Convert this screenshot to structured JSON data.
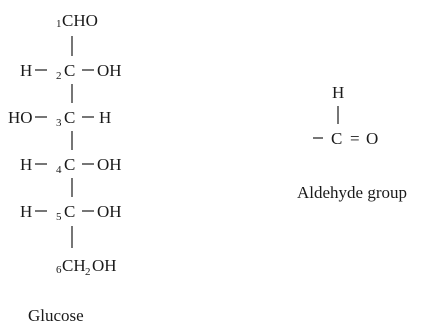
{
  "glucose": {
    "c1_num": "1",
    "c1_group": "CHO",
    "row2": {
      "left": "H",
      "num": "2",
      "carbon": "C",
      "right": "OH"
    },
    "row3": {
      "left": "HO",
      "num": "3",
      "carbon": "C",
      "right": "H"
    },
    "row4": {
      "left": "H",
      "num": "4",
      "carbon": "C",
      "right": "OH"
    },
    "row5": {
      "left": "H",
      "num": "5",
      "carbon": "C",
      "right": "OH"
    },
    "c6_num": "6",
    "c6_group_a": "CH",
    "c6_group_sub": "2",
    "c6_group_b": "OH",
    "caption": "Glucose"
  },
  "aldehyde": {
    "top": "H",
    "carbon": "C",
    "equals": "=",
    "oxygen": "O",
    "caption": "Aldehyde group"
  }
}
